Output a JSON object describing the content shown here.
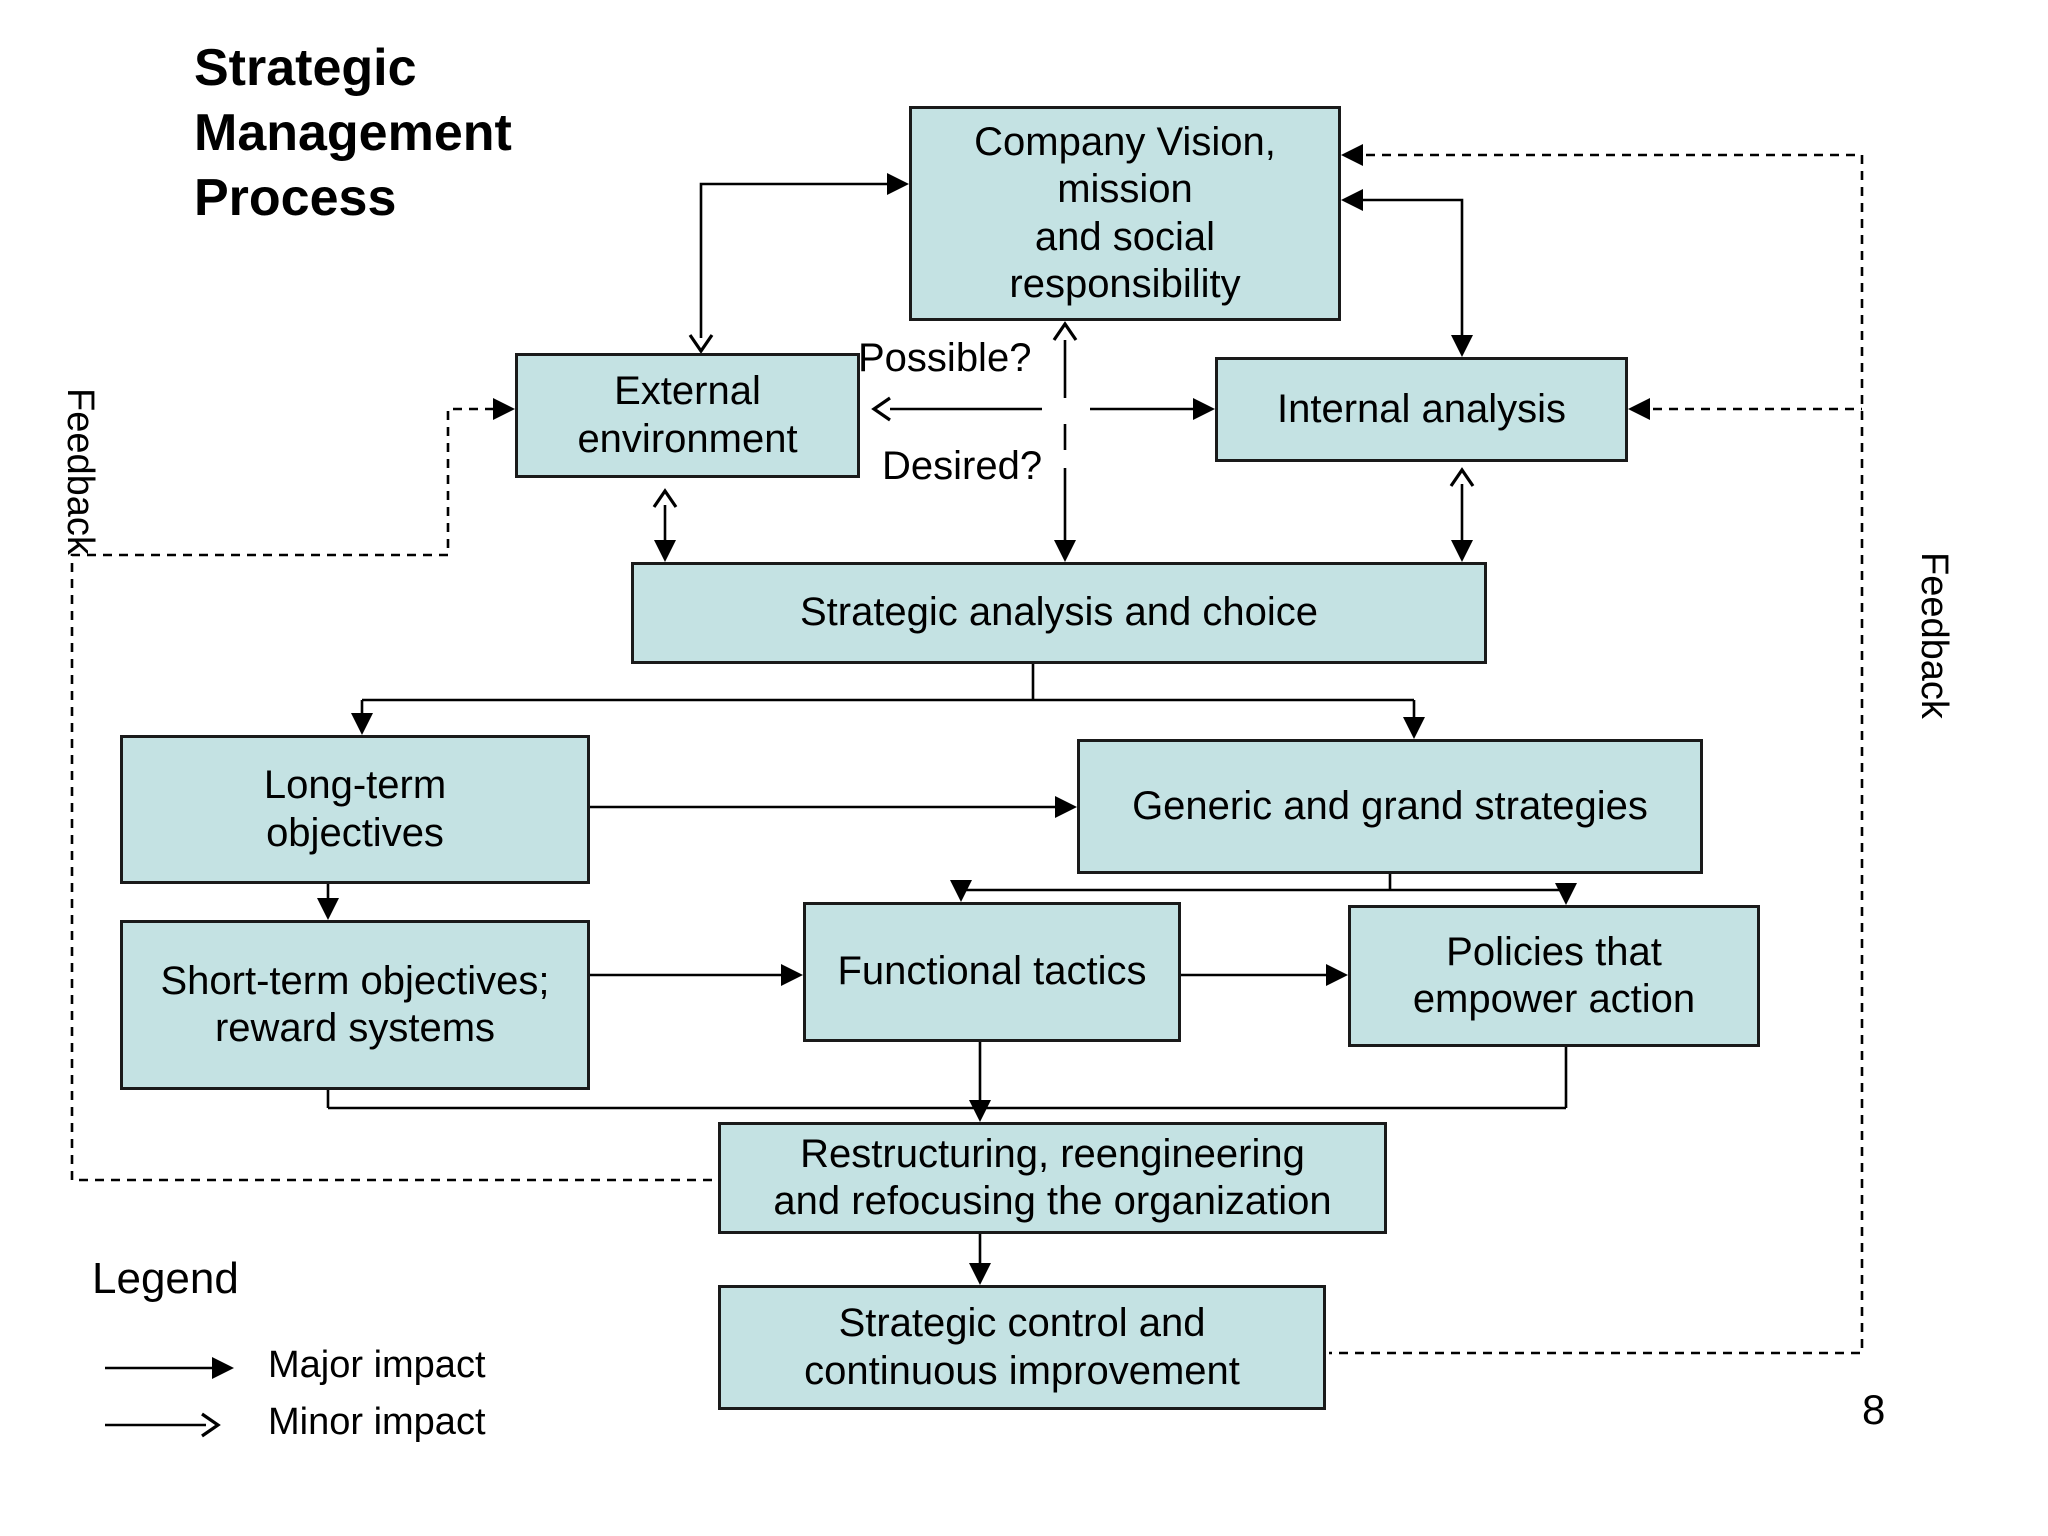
{
  "title": "Strategic\nManagement\nProcess",
  "page_number": "8",
  "boxes": {
    "company_vision": {
      "label": "Company Vision,\nmission\nand social\nresponsibility"
    },
    "external_env": {
      "label": "External\nenvironment"
    },
    "internal_analysis": {
      "label": "Internal analysis"
    },
    "strategic_analysis": {
      "label": "Strategic analysis and choice"
    },
    "long_term": {
      "label": "Long-term\nobjectives"
    },
    "generic_grand": {
      "label": "Generic and grand strategies"
    },
    "short_term": {
      "label": "Short-term objectives;\nreward systems"
    },
    "functional": {
      "label": "Functional tactics"
    },
    "policies": {
      "label": "Policies that\nempower action"
    },
    "restructuring": {
      "label": "Restructuring, reengineering\nand refocusing the organization"
    },
    "strategic_control": {
      "label": "Strategic control and\ncontinuous improvement"
    }
  },
  "annotations": {
    "possible": "Possible?",
    "desired": "Desired?",
    "feedback_left": "Feedback",
    "feedback_right": "Feedback"
  },
  "legend": {
    "title": "Legend",
    "items": [
      {
        "label": "Major impact",
        "style": "solid-arrowhead"
      },
      {
        "label": "Minor impact",
        "style": "open-arrowhead"
      }
    ]
  },
  "colors": {
    "box_fill": "#c4e2e3",
    "box_border": "#1a1a1a",
    "line": "#000000",
    "background": "#ffffff"
  }
}
